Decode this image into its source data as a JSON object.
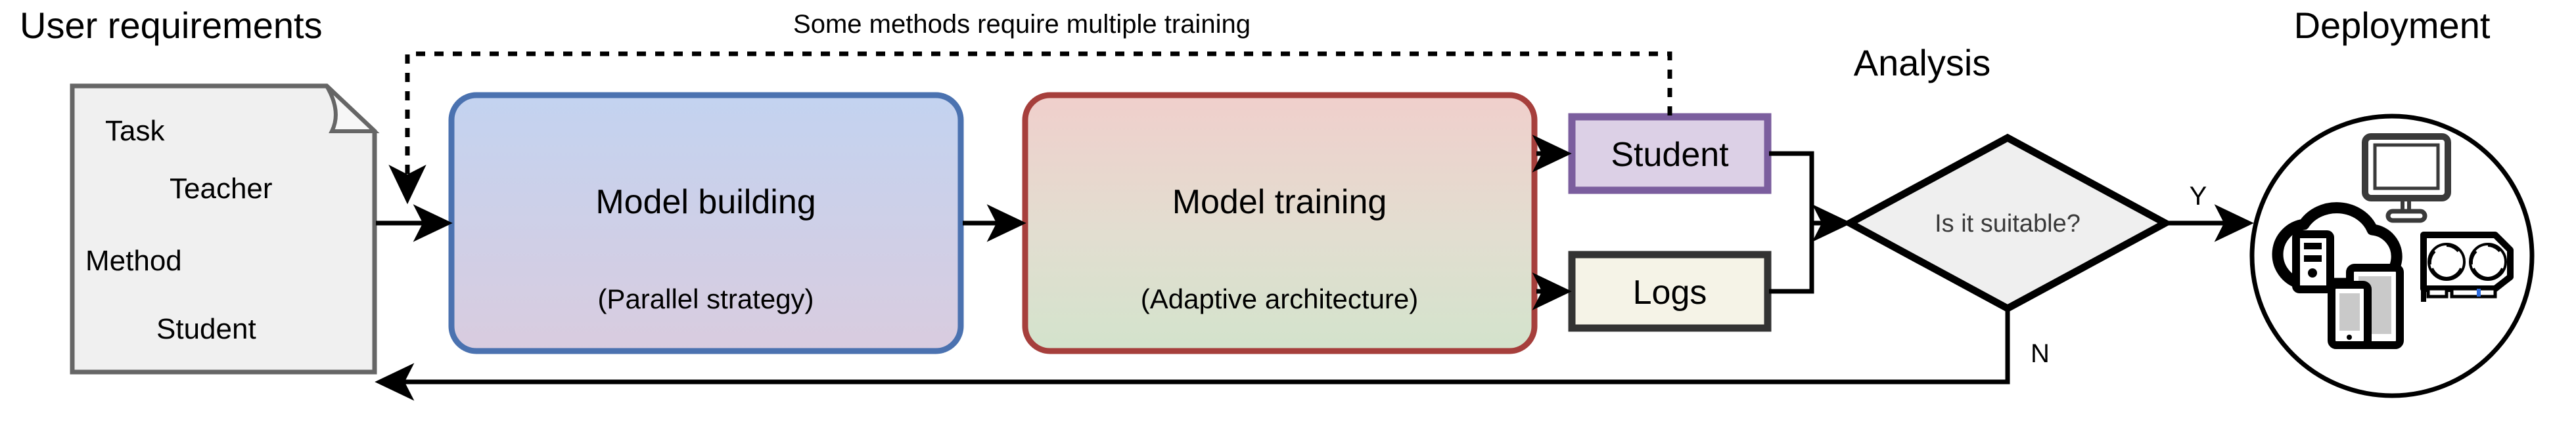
{
  "sections": {
    "user_requirements": "User requirements",
    "analysis": "Analysis",
    "deployment": "Deployment"
  },
  "document": {
    "name": "requirements-note",
    "items": [
      "Task",
      "Teacher",
      "Method",
      "Student"
    ],
    "fill": "#f0f0f0",
    "border": "#666666"
  },
  "stages": [
    {
      "id": "model-building",
      "title": "Model building",
      "subtitle": "(Parallel strategy)",
      "border": "#4b72b0",
      "fill_top": "#c3d3f0",
      "fill_bottom": "#d9ccdf"
    },
    {
      "id": "model-training",
      "title": "Model training",
      "subtitle": "(Adaptive architecture)",
      "border": "#a63f3c",
      "fill_top": "#f0cfcc",
      "fill_bottom": "#d3e3cc"
    }
  ],
  "outputs": [
    {
      "id": "student",
      "label": "Student",
      "fill": "#dcd0e6",
      "border": "#7b5e9e"
    },
    {
      "id": "logs",
      "label": "Logs",
      "fill": "#f5f3e7",
      "border": "#333333"
    }
  ],
  "decision": {
    "label": "Is it suitable?",
    "fill": "#efefef",
    "border": "#000000",
    "yes_label": "Y",
    "no_label": "N"
  },
  "edges": {
    "retrain_note": "Some methods require multiple training"
  },
  "deployment_icons": [
    "cloud-server-icon",
    "monitor-icon",
    "gpu-card-icon",
    "mobile-tablet-icon"
  ],
  "colors": {
    "line": "#000000",
    "accent_blue": "#4b72b0",
    "accent_red": "#a63f3c",
    "accent_purple": "#7b5e9e"
  }
}
